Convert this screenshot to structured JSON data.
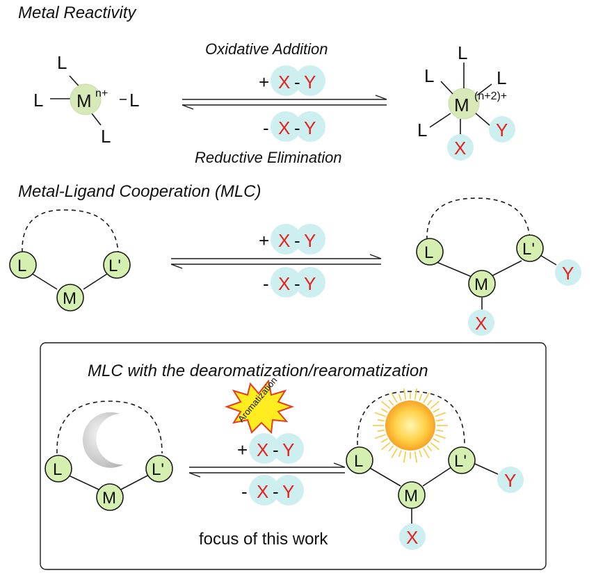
{
  "sections": {
    "metal_reactivity": "Metal Reactivity",
    "mlc": "Metal-Ligand Cooperation (MLC)",
    "box_title": "MLC with the dearomatization/rearomatization",
    "focus": "focus of this work"
  },
  "arrows": {
    "oxidative": "Oxidative  Addition",
    "reductive": "Reductive Elimination",
    "plus": "+",
    "minus": "-",
    "x": "X",
    "dash": "-",
    "y": "Y",
    "aromatization": "Aromatization"
  },
  "atoms": {
    "metal": "M",
    "ligand": "L",
    "ligand_prime": "L'",
    "x": "X",
    "y": "Y",
    "charge_start": "n+",
    "charge_end": "(n+2)+"
  },
  "colors": {
    "ligand_fill": "#d4efaf",
    "bubble_fill": "#cdeff0",
    "reactant_red": "#e8201c"
  }
}
